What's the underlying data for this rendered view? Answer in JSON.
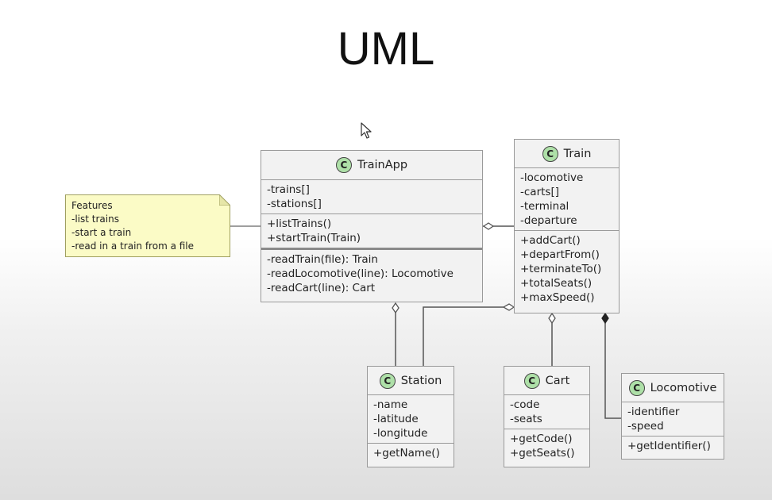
{
  "title": "UML",
  "note": {
    "lines": [
      "Features",
      "-list trains",
      "-start a train",
      "-read in a train from a file"
    ]
  },
  "classes": {
    "trainapp": {
      "badge": "C",
      "name": "TrainApp",
      "attributes": [
        "-trains[]",
        "-stations[]"
      ],
      "public_methods": [
        "+listTrains()",
        "+startTrain(Train)"
      ],
      "private_methods": [
        "-readTrain(file): Train",
        "-readLocomotive(line): Locomotive",
        "-readCart(line): Cart"
      ]
    },
    "train": {
      "badge": "C",
      "name": "Train",
      "attributes": [
        "-locomotive",
        "-carts[]",
        "-terminal",
        "-departure"
      ],
      "methods": [
        "+addCart()",
        "+departFrom()",
        "+terminateTo()",
        "+totalSeats()",
        "+maxSpeed()"
      ]
    },
    "station": {
      "badge": "C",
      "name": "Station",
      "attributes": [
        "-name",
        "-latitude",
        "-longitude"
      ],
      "methods": [
        "+getName()"
      ]
    },
    "cart": {
      "badge": "C",
      "name": "Cart",
      "attributes": [
        "-code",
        "-seats"
      ],
      "methods": [
        "+getCode()",
        "+getSeats()"
      ]
    },
    "locomotive": {
      "badge": "C",
      "name": "Locomotive",
      "attributes": [
        "-identifier",
        "-speed"
      ],
      "methods": [
        "+getIdentifier()"
      ]
    }
  },
  "colors": {
    "class_fill": "#f2f2f2",
    "class_border": "#9a9a9a",
    "badge_fill": "#aee0a8",
    "note_fill": "#fbfbc6",
    "edge": "#555555"
  }
}
